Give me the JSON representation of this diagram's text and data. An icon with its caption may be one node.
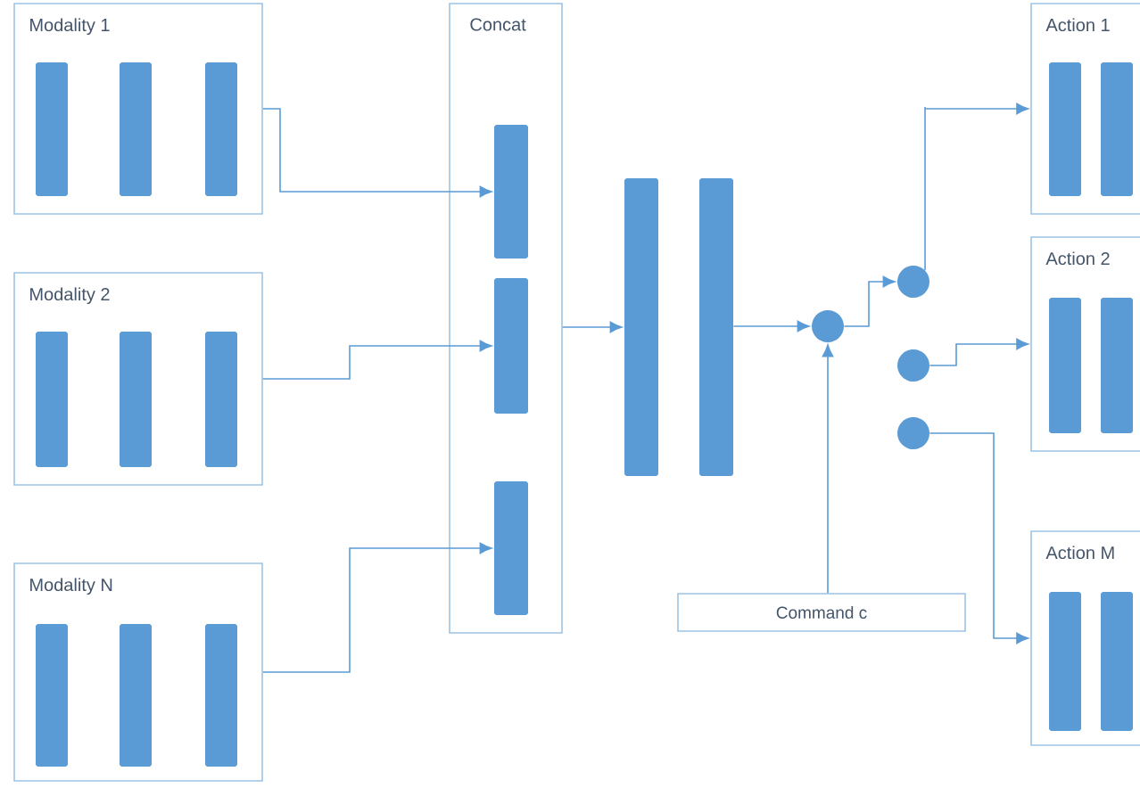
{
  "diagram": {
    "nodes": [
      {
        "text": [
          "Modality 1"
        ]
      },
      {
        "text": [],
        "shape": "bar",
        "in": 0
      },
      {
        "text": [],
        "shape": "bar",
        "in": 0
      },
      {
        "text": [],
        "shape": "bar",
        "in": 0
      },
      {
        "text": [
          "Modality 2"
        ]
      },
      {
        "text": [],
        "shape": "bar",
        "in": 4
      },
      {
        "text": [],
        "shape": "bar",
        "in": 4
      },
      {
        "text": [],
        "shape": "bar",
        "in": 4
      },
      {
        "text": [
          "Modality N"
        ]
      },
      {
        "text": [],
        "shape": "bar",
        "in": 8
      },
      {
        "text": [],
        "shape": "bar",
        "in": 8
      },
      {
        "text": [],
        "shape": "bar",
        "in": 8
      },
      {
        "text": [
          "Concat"
        ]
      },
      {
        "text": [],
        "shape": "bar",
        "in": 12
      },
      {
        "text": [],
        "shape": "bar",
        "in": 12
      },
      {
        "text": [],
        "shape": "bar",
        "in": 12
      },
      {
        "text": [],
        "shape": "bar"
      },
      {
        "text": [],
        "shape": "bar"
      },
      {
        "text": [],
        "shape": "circle"
      },
      {
        "text": [],
        "shape": "circle"
      },
      {
        "text": [],
        "shape": "circle"
      },
      {
        "text": [],
        "shape": "circle"
      },
      {
        "text": [
          "Action 1"
        ]
      },
      {
        "text": [],
        "shape": "bar",
        "in": 22
      },
      {
        "text": [],
        "shape": "bar",
        "in": 22
      },
      {
        "text": [
          "Action 2"
        ]
      },
      {
        "text": [],
        "shape": "bar",
        "in": 25
      },
      {
        "text": [],
        "shape": "bar",
        "in": 25
      },
      {
        "text": [
          "Action M"
        ]
      },
      {
        "text": [],
        "shape": "bar",
        "in": 28
      },
      {
        "text": [],
        "shape": "bar",
        "in": 28
      },
      {
        "text": [
          "Command c"
        ]
      }
    ],
    "edges": [
      {
        "from": 0,
        "to": 13,
        "arrow": "to"
      },
      {
        "from": 4,
        "to": 14,
        "arrow": "to"
      },
      {
        "from": 8,
        "to": 15,
        "arrow": "to"
      },
      {
        "from": 12,
        "to": 16,
        "arrow": "to"
      },
      {
        "from": 17,
        "to": 18,
        "arrow": "to"
      },
      {
        "from": 18,
        "to": 19,
        "arrow": "to"
      },
      {
        "from": 31,
        "to": 18,
        "arrow": "to"
      },
      {
        "from": 19,
        "to": 22,
        "arrow": "to"
      },
      {
        "from": 20,
        "to": 25,
        "arrow": "to"
      },
      {
        "from": 21,
        "to": 28,
        "arrow": "to"
      }
    ]
  }
}
